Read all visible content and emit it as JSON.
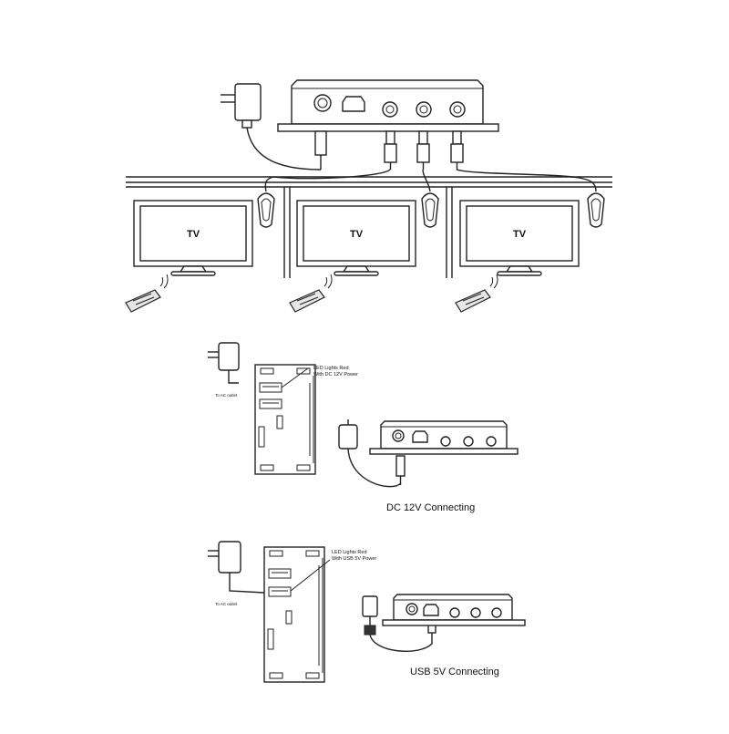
{
  "tv_label": "TV",
  "dc_section": {
    "caption": "DC 12V Connecting",
    "ac_outlet": "To AC outlet",
    "led_note_line1": "LED Lights Red",
    "led_note_line2": "With DC 12V Power"
  },
  "usb_section": {
    "caption": "USB 5V Connecting",
    "ac_outlet": "To AC outlet",
    "led_note_line1": "LED Lights Red",
    "led_note_line2": "With USB 5V Power"
  },
  "colors": {
    "line": "#222222",
    "panel": "#ffffff",
    "shade": "#e6e6e6"
  }
}
